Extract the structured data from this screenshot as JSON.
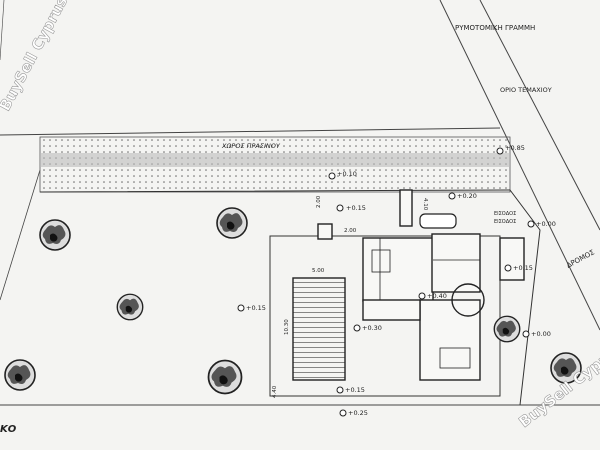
{
  "labels": {
    "road_line_top": "ΡΥΜΟΤΟΜΙΚΗ ΓΡΑΜΜΗ",
    "plot_limit": "ΟΡΙΟ ΤΕΜΑΧΙΟΥ",
    "green_area": "ΧΩΡΟΣ ΠΡΑΣΙΝΟΥ",
    "road_right": "ΔΡΟΜΟΣ",
    "entrance_1": "ΕΙΣΟΔΟΣ",
    "entrance_2": "ΕΙΣΟΔΟΣ",
    "bottom_left": "ΚΟ"
  },
  "levels": {
    "l_top_right": "+0.85",
    "l_top_mid": "+0.10",
    "l_garage": "+0.20",
    "l_left_mid": "+0.15",
    "l_right_entry": "+0.00",
    "l_right_side": "+0.15",
    "l_house": "+0.40",
    "l_pool_left": "+0.15",
    "l_pool_right": "+0.30",
    "l_bottom_right": "+0.00",
    "l_bottom_pool": "+0.15",
    "l_bottom": "+0.25"
  },
  "dims": {
    "pool_width": "5.00",
    "pool_length": "10.30",
    "side_a": "4.40",
    "side_b": "2.00",
    "side_c": "2.00",
    "side_d": "4.10"
  },
  "watermark": {
    "top_left": "BuySell Cyprus",
    "bottom_right": "BuySell Cyprus"
  }
}
